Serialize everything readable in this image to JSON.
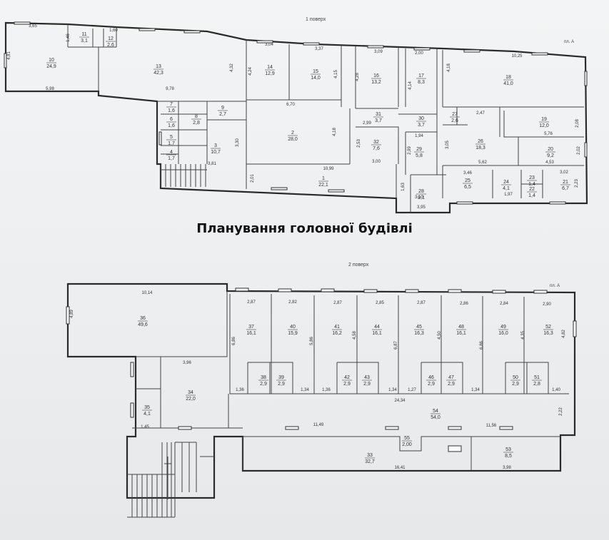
{
  "caption": "Планування головної будівлі",
  "floor1": {
    "title": "1 поверх",
    "north": "пл. А",
    "rooms": [
      {
        "n": "1",
        "a": "22,1"
      },
      {
        "n": "2",
        "a": "28,0"
      },
      {
        "n": "3",
        "a": "10,7"
      },
      {
        "n": "4",
        "a": "1,7"
      },
      {
        "n": "5",
        "a": "1,7"
      },
      {
        "n": "6",
        "a": "1,6"
      },
      {
        "n": "7",
        "a": "1,6"
      },
      {
        "n": "8",
        "a": "2,8"
      },
      {
        "n": "9",
        "a": "2,7"
      },
      {
        "n": "10",
        "a": "24,9"
      },
      {
        "n": "11",
        "a": "3,1"
      },
      {
        "n": "12",
        "a": "2,6"
      },
      {
        "n": "13",
        "a": "42,3"
      },
      {
        "n": "14",
        "a": "12,9"
      },
      {
        "n": "15",
        "a": "14,0"
      },
      {
        "n": "16",
        "a": "13,2"
      },
      {
        "n": "17",
        "a": "8,3"
      },
      {
        "n": "18",
        "a": "41,0"
      },
      {
        "n": "19",
        "a": "12,0"
      },
      {
        "n": "20",
        "a": "9,2"
      },
      {
        "n": "21",
        "a": "6,7"
      },
      {
        "n": "22",
        "a": "1,4"
      },
      {
        "n": "23",
        "a": "1,4"
      },
      {
        "n": "24",
        "a": "4,1"
      },
      {
        "n": "25",
        "a": "6,5"
      },
      {
        "n": "26",
        "a": "18,3"
      },
      {
        "n": "27",
        "a": "2,6"
      },
      {
        "n": "28",
        "a": "9,1"
      },
      {
        "n": "29",
        "a": "5,8"
      },
      {
        "n": "30",
        "a": "3,7"
      },
      {
        "n": "31",
        "a": "3,7"
      },
      {
        "n": "32",
        "a": "7,6"
      }
    ],
    "dims": [
      "3,65",
      "1,46",
      "1,60",
      "4,81",
      "5,98",
      "9,78",
      "4,32",
      "3,04",
      "4,24",
      "3,37",
      "4,15",
      "3,09",
      "4,28",
      "2,00",
      "4,14",
      "4,18",
      "10,25",
      "6,70",
      "2,47",
      "5,76",
      "2,08",
      "4,18",
      "2,99",
      "2,53",
      "3,00",
      "1,94",
      "2,99",
      "3,05",
      "5,62",
      "4,53",
      "2,02",
      "3,30",
      "3,81",
      "2,01",
      "10,99",
      "1,63",
      "3,10",
      "3,46",
      "3,02",
      "2,23",
      "1,97",
      "3,95"
    ]
  },
  "floor2": {
    "title": "2 поверх",
    "north": "пл. А",
    "rooms": [
      {
        "n": "33",
        "a": "32,7"
      },
      {
        "n": "34",
        "a": "22,0"
      },
      {
        "n": "35",
        "a": "4,1"
      },
      {
        "n": "36",
        "a": "49,6"
      },
      {
        "n": "37",
        "a": "16,1"
      },
      {
        "n": "38",
        "a": "2,9"
      },
      {
        "n": "39",
        "a": "2,9"
      },
      {
        "n": "40",
        "a": "15,9"
      },
      {
        "n": "41",
        "a": "16,2"
      },
      {
        "n": "42",
        "a": "2,9"
      },
      {
        "n": "43",
        "a": "2,9"
      },
      {
        "n": "44",
        "a": "16,1"
      },
      {
        "n": "45",
        "a": "16,3"
      },
      {
        "n": "46",
        "a": "2,9"
      },
      {
        "n": "47",
        "a": "2,9"
      },
      {
        "n": "48",
        "a": "16,1"
      },
      {
        "n": "49",
        "a": "16,0"
      },
      {
        "n": "50",
        "a": "2,9"
      },
      {
        "n": "51",
        "a": "2,8"
      },
      {
        "n": "52",
        "a": "16,3"
      },
      {
        "n": "53",
        "a": "8,5"
      },
      {
        "n": "54",
        "a": "54,0"
      },
      {
        "n": "55",
        "a": "2,00"
      }
    ],
    "dims": [
      "10,14",
      "4,89",
      "3,96",
      "2,87",
      "2,82",
      "2,87",
      "2,85",
      "2,87",
      "2,86",
      "2,84",
      "2,90",
      "6,86",
      "5,86",
      "4,58",
      "6,87",
      "4,50",
      "6,86",
      "4,35",
      "4,82",
      "1,36",
      "1,34",
      "1,36",
      "1,34",
      "1,27",
      "1,34",
      "1,40",
      "24,34",
      "11,49",
      "11,56",
      "2,22",
      "1,45",
      "16,41",
      "3,98"
    ]
  }
}
